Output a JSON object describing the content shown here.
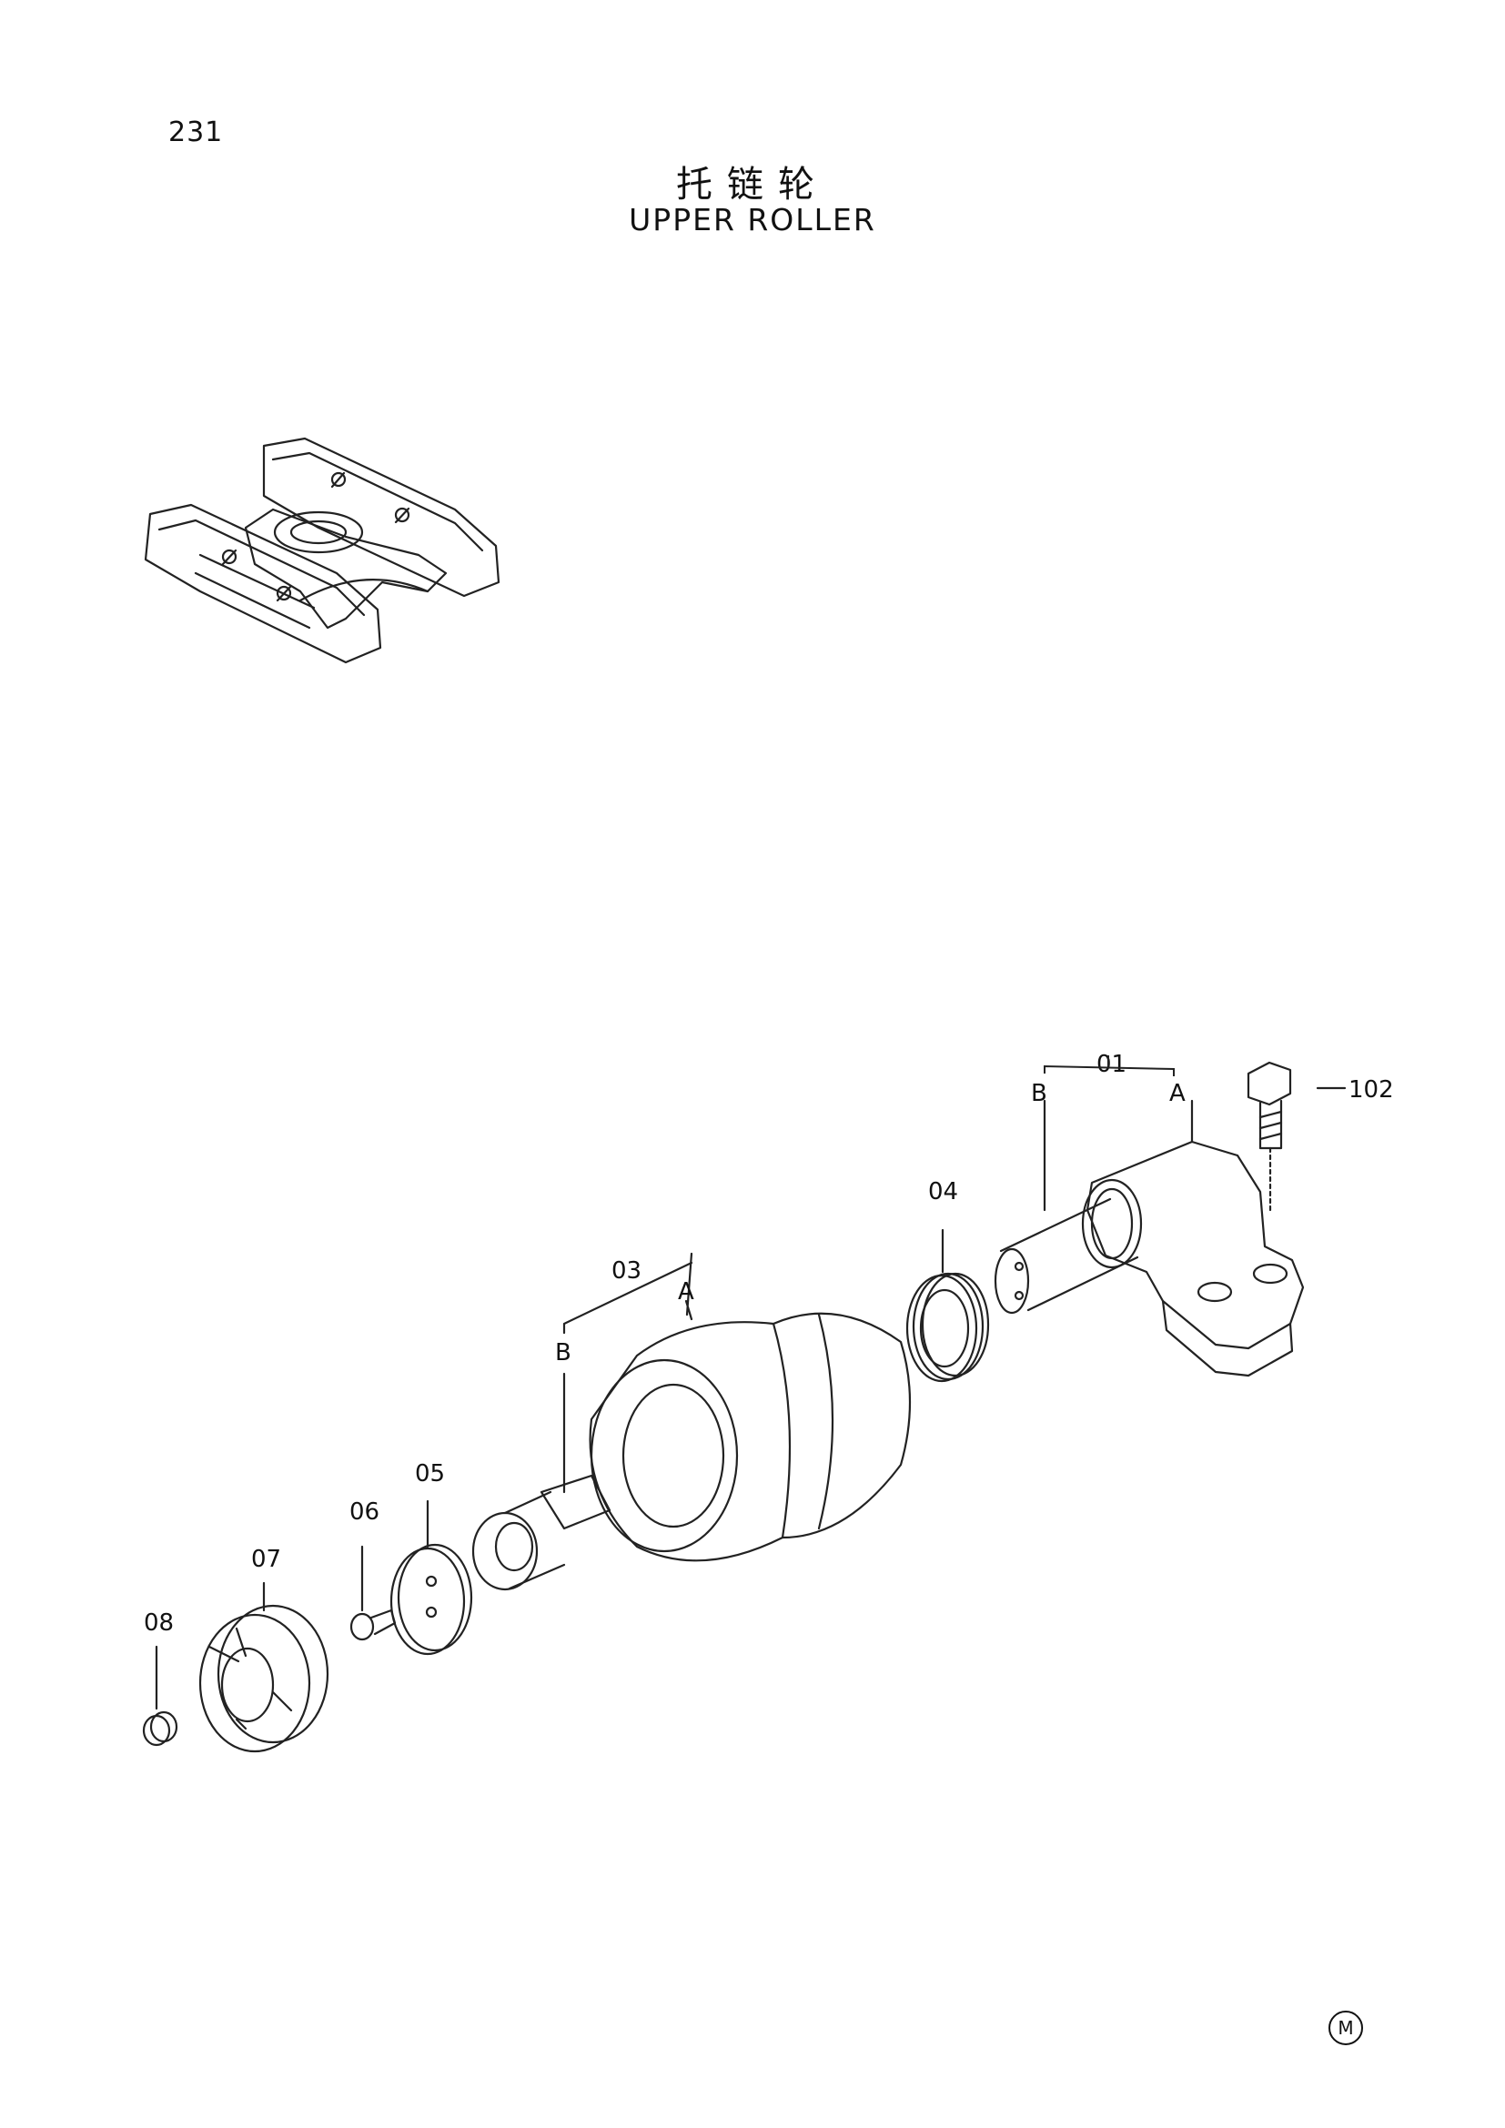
{
  "header": {
    "page_number": "231",
    "title_cn": "托链轮",
    "title_en": "UPPER ROLLER"
  },
  "callouts": {
    "p01": "01",
    "p01_a": "A",
    "p01_b": "B",
    "p102": "102",
    "p04": "04",
    "p03": "03",
    "p03_a": "A",
    "p03_b": "B",
    "p05": "05",
    "p06": "06",
    "p07": "07",
    "p08": "08"
  },
  "footer": {
    "mark": "M"
  }
}
